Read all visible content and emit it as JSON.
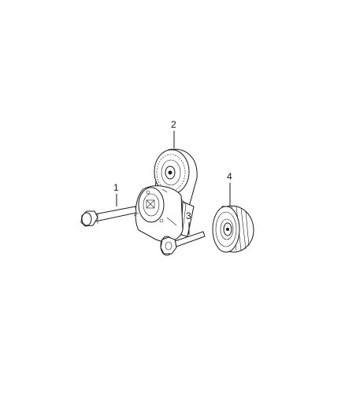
{
  "callouts": [
    {
      "id": "bolt-long",
      "label": "1"
    },
    {
      "id": "tensioner",
      "label": "2"
    },
    {
      "id": "bolt-flange",
      "label": "3"
    },
    {
      "id": "idler-pulley",
      "label": "4"
    }
  ]
}
